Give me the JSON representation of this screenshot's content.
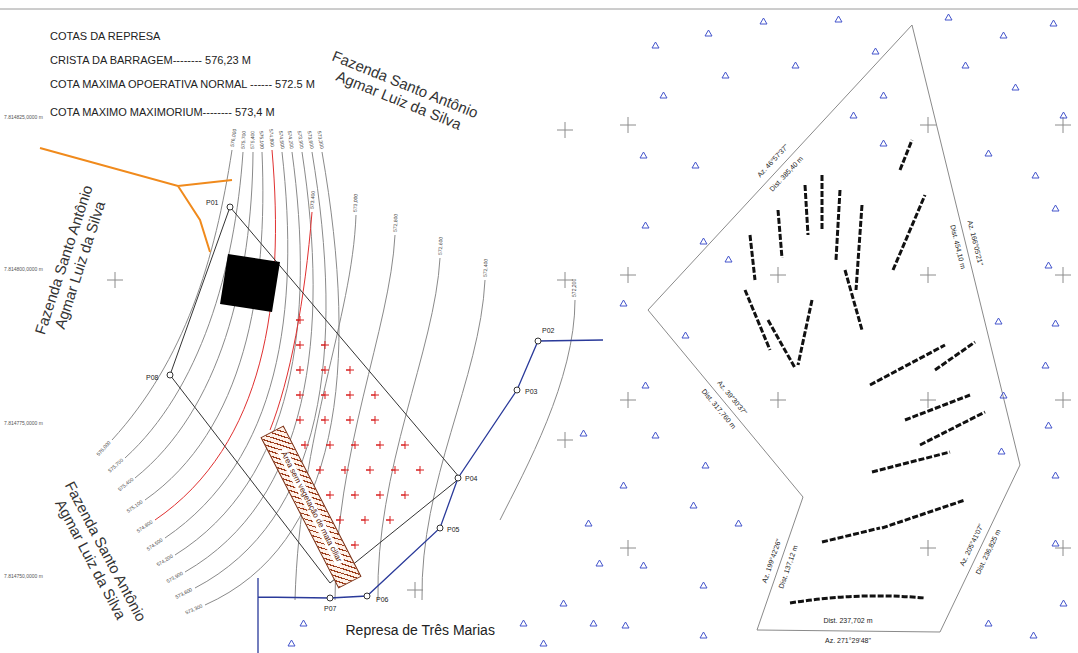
{
  "diagram": {
    "nodes": [
      {
        "text": [
          "Área sem vegetação de mata ciliar"
        ]
      }
    ],
    "labels": [
      "COTAS DA REPRESA",
      "CRISTA DA BARRAGEM-------- 576,23 M",
      "COTA MAXIMA OPOERATIVA NORMAL ------ 572.5 M",
      "COTA MAXIMO MAXIMORIUM-------- 573,4 M",
      "7.814825,0000 m",
      "7.814800,0000 m",
      "7.814775,0000 m",
      "7.814750,0000 m",
      "Fazenda Santo Antônio Agmar Luiz da Silva",
      "Fazenda Santo Antônio Agmar Luiz da Silva",
      "Fazenda Santo Antônio Agmar Luiz da Silva",
      "Represa de Três Marias",
      "P01",
      "P02",
      "P03",
      "P04",
      "P05",
      "P06",
      "P07",
      "P08",
      "576,000",
      "575,700",
      "575,400",
      "575,100",
      "574,800",
      "574,500",
      "574,200",
      "573,900",
      "573,600",
      "573,300",
      "576,000",
      "575,700",
      "575,400",
      "575,100",
      "574,800",
      "574,500",
      "574,200",
      "573,900",
      "573,600",
      "573,300",
      "573,400",
      "573,000",
      "572,800",
      "572,600",
      "572,400",
      "572,200",
      "Az. 46°57'37\"",
      "Dist. 385,40 m",
      "Az. 166°05'21\"",
      "Dist. 454,10 m",
      "Dist. 317,760 m",
      "Az. 39°30'37\"",
      "Az. 199°42'26\"",
      "Dist. 137,12 m",
      "Dist. 237,702 m",
      "Az. 271°29'48\"",
      "Dist. 236,825 m",
      "Az. 205°41'07\""
    ]
  }
}
